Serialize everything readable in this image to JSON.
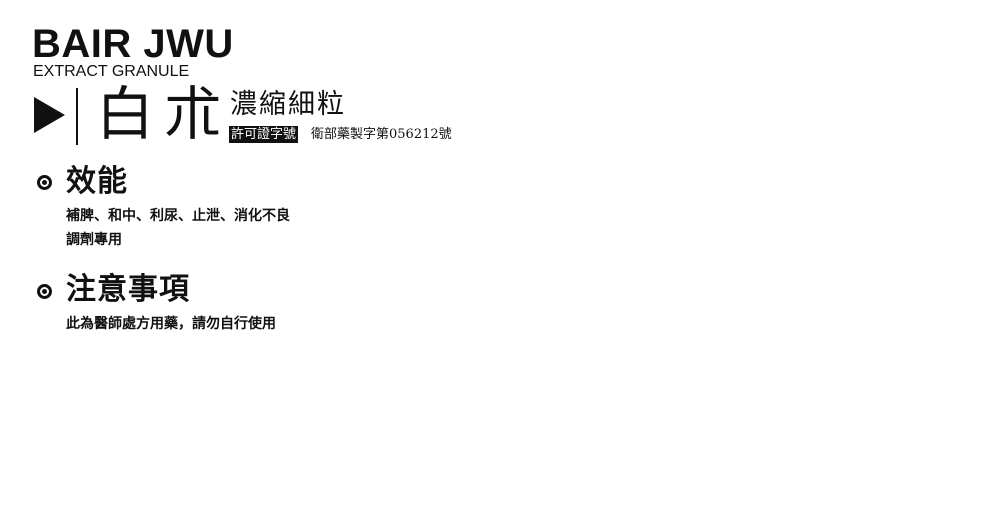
{
  "header": {
    "brand": "BAIR JWU",
    "subtitle": "EXTRACT GRANULE",
    "herb_name": "白朮",
    "product_type": "濃縮細粒",
    "license_label": "許可證字號",
    "license_number": "衛部藥製字第056212號"
  },
  "sections": [
    {
      "icon": "target-bullet-icon",
      "title": "效能",
      "lines": [
        "補脾、和中、利尿、止泄、消化不良",
        "調劑專用"
      ]
    },
    {
      "icon": "target-bullet-icon",
      "title": "注意事項",
      "lines": [
        "此為醫師處方用藥，請勿自行使用"
      ]
    }
  ],
  "colors": {
    "text": "#111111",
    "background": "#ffffff",
    "license_tag_bg": "#111111",
    "license_tag_text": "#ffffff"
  }
}
